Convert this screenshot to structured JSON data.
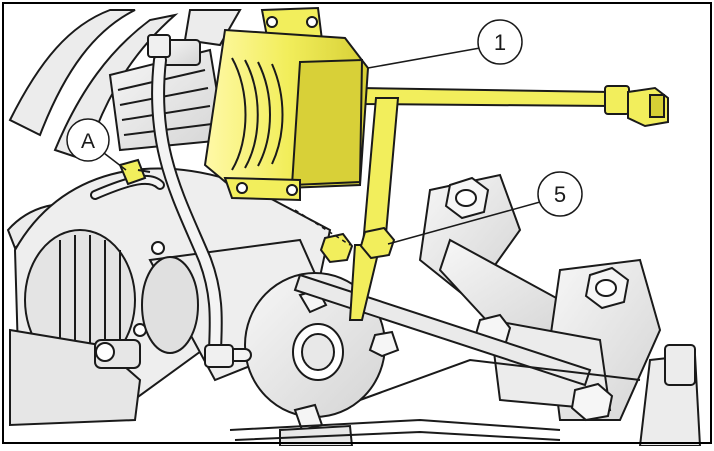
{
  "callouts": [
    {
      "id": "1",
      "label": "1"
    },
    {
      "id": "5",
      "label": "5"
    },
    {
      "id": "A",
      "label": "A"
    }
  ],
  "colors": {
    "highlight": "#f2ee5c",
    "highlight_dark": "#c9c12a",
    "metal": "#e9e9e9",
    "line": "#1a1a1a",
    "background": "#ffffff"
  }
}
